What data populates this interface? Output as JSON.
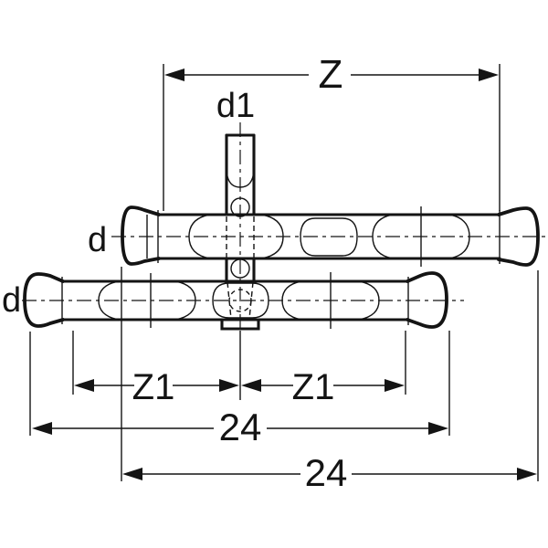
{
  "colors": {
    "line": "#141414",
    "background": "#ffffff"
  },
  "labels": {
    "z": "Z",
    "d1": "d1",
    "d_top_pipe": "d",
    "d_bottom_pipe": "d",
    "z1_left": "Z1",
    "z1_right": "Z1",
    "len_bottom_pipe": "24",
    "len_top_pipe": "24"
  }
}
